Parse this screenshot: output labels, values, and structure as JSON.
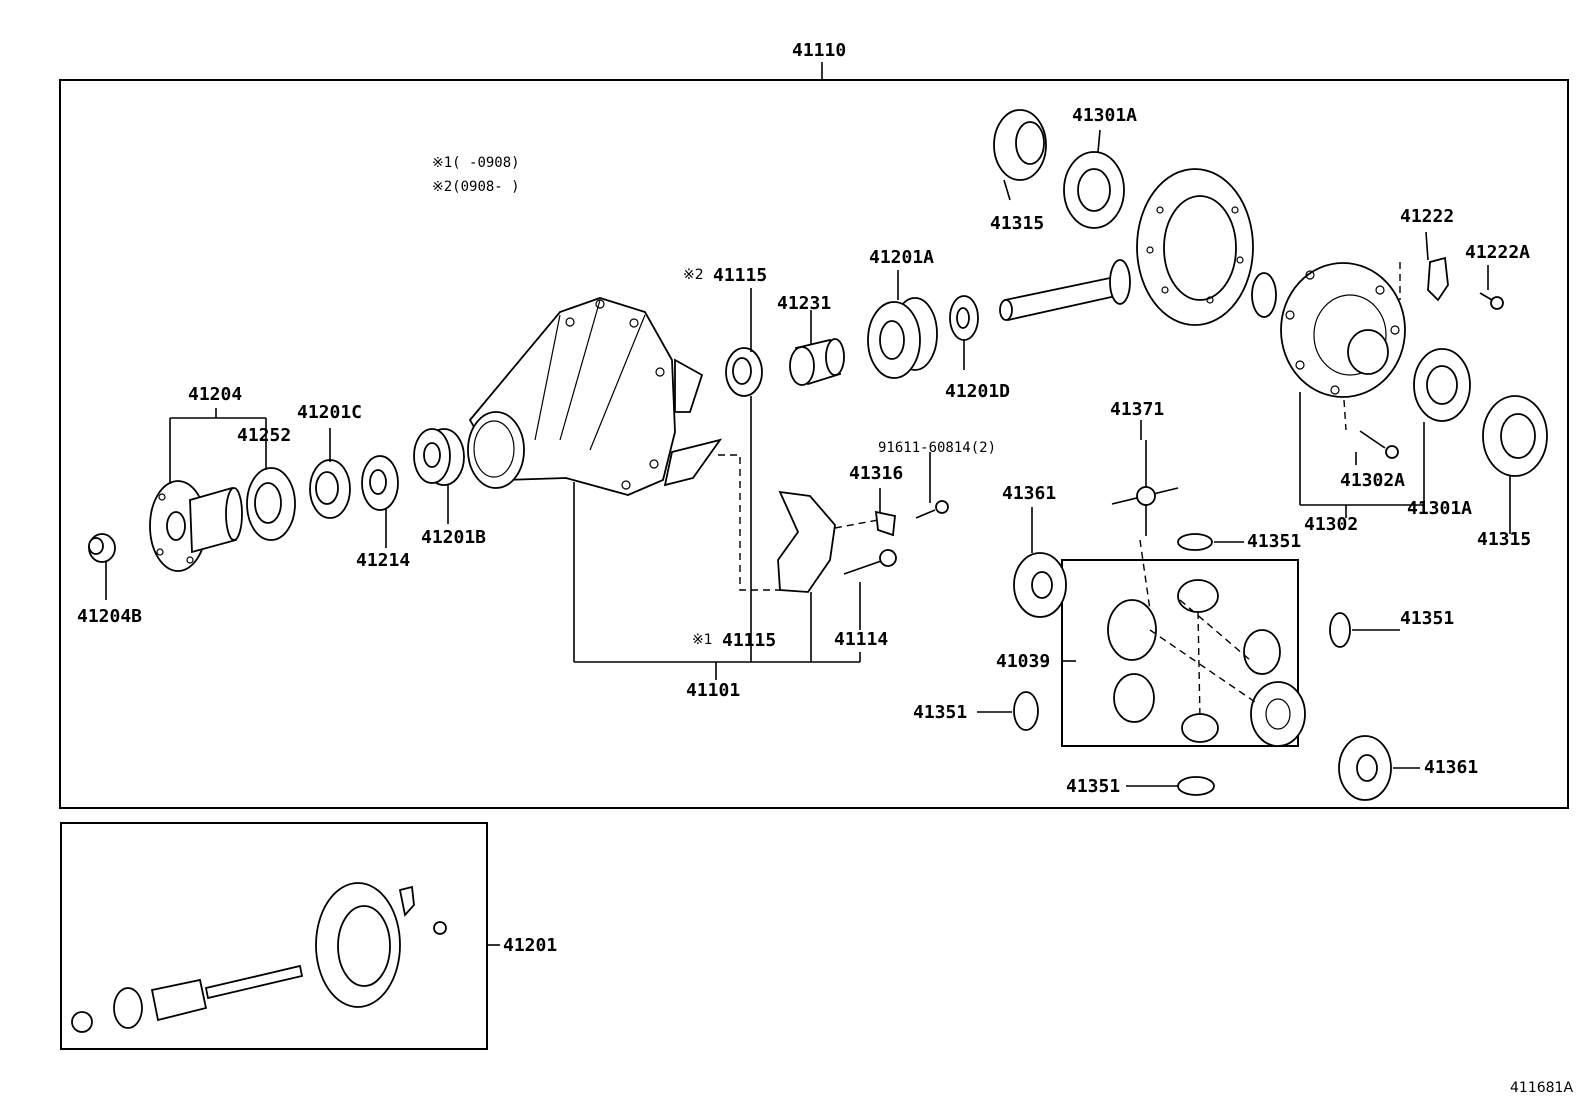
{
  "notes": {
    "note1": "※1(   -0908)",
    "note2": "※2(0908-   )"
  },
  "diagram_ref": "411681A",
  "labels": {
    "p41110": "41110",
    "p41301A_top": "41301A",
    "p41315_top": "41315",
    "p41222": "41222",
    "p41222A": "41222A",
    "p41201A": "41201A",
    "p41115_top_mark": "※2",
    "p41115_top": "41115",
    "p41231": "41231",
    "p41201D": "41201D",
    "p41204": "41204",
    "p41201C": "41201C",
    "p41252": "41252",
    "p41214": "41214",
    "p41201B": "41201B",
    "p41204B": "41204B",
    "p91611": "91611-60814(2)",
    "p41316": "41316",
    "p41371": "41371",
    "p41361_left": "41361",
    "p41351_a": "41351",
    "p41302A": "41302A",
    "p41302": "41302",
    "p41301A_bottom": "41301A",
    "p41315_bottom": "41315",
    "p41351_right": "41351",
    "p41115_bottom_mark": "※1",
    "p41115_bottom": "41115",
    "p41114": "41114",
    "p41101": "41101",
    "p41039": "41039",
    "p41351_left": "41351",
    "p41361_right": "41361",
    "p41351_bottom": "41351",
    "p41201": "41201"
  }
}
